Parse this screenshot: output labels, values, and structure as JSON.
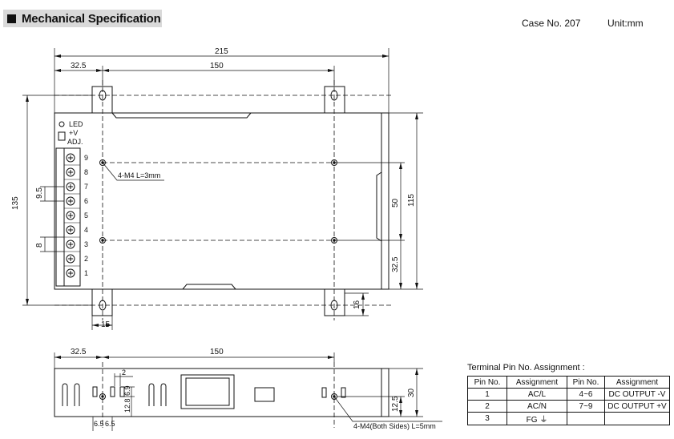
{
  "header": {
    "title": "Mechanical Specification",
    "case": "Case No. 207",
    "unit": "Unit:mm"
  },
  "top_view": {
    "dim_overall_width": "215",
    "dim_left_offset": "32.5",
    "dim_hole_span": "150",
    "dim_overall_height": "135",
    "dim_mount_height": "115",
    "dim_hole_v_span": "50",
    "dim_bottom_offset": "32.5",
    "dim_tab_width": "15",
    "dim_tab_height": "16",
    "dim_terminal_pitch": "9.5",
    "dim_terminal_width": "8",
    "mount_label": "4-M4 L=3mm",
    "led_label": "LED",
    "v_label": "+V",
    "adj_label": "ADJ.",
    "terminal_numbers": [
      "9",
      "8",
      "7",
      "6",
      "5",
      "4",
      "3",
      "2",
      "1"
    ]
  },
  "side_view": {
    "dim_left_offset": "32.5",
    "dim_hole_span": "150",
    "dim_height": "30",
    "dim_hole_height": "12.5",
    "dim_slot_gap": "2",
    "dim_slot_h": "6.9",
    "dim_slot_bottom": "12.8",
    "dim_a": "6.5",
    "dim_b": "6.5",
    "mount_label": "4-M4(Both Sides) L=5mm"
  },
  "pin_table": {
    "title": "Terminal Pin No. Assignment :",
    "headers": [
      "Pin No.",
      "Assignment",
      "Pin No.",
      "Assignment"
    ],
    "rows": [
      [
        "1",
        "AC/L",
        "4~6",
        "DC OUTPUT -V"
      ],
      [
        "2",
        "AC/N",
        "7~9",
        "DC OUTPUT +V"
      ],
      [
        "3",
        "FG ⏚",
        "",
        ""
      ]
    ]
  }
}
